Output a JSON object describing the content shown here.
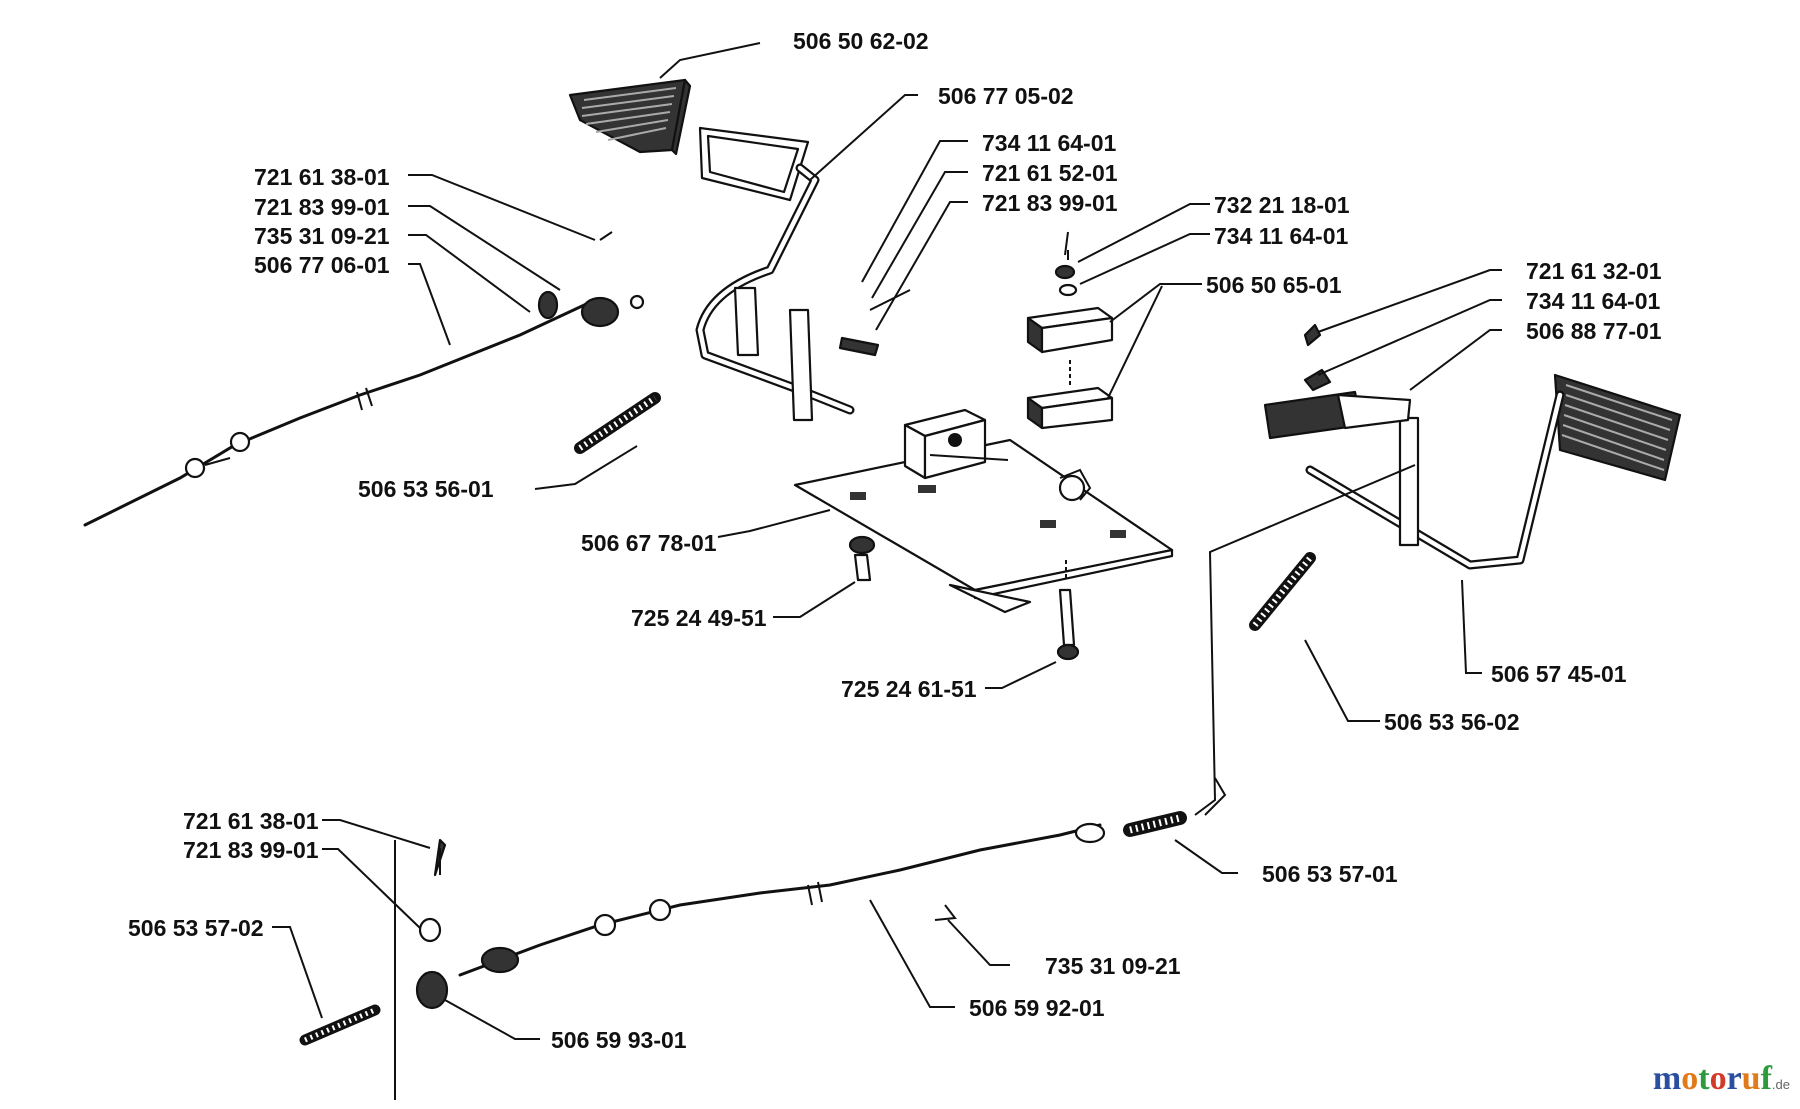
{
  "labels": [
    {
      "id": "l1",
      "text": "506 50 62-02"
    },
    {
      "id": "l2",
      "text": "506 77 05-02"
    },
    {
      "id": "l3",
      "text": "734 11 64-01"
    },
    {
      "id": "l4",
      "text": "721 61 52-01"
    },
    {
      "id": "l5",
      "text": "721 83 99-01"
    },
    {
      "id": "l6",
      "text": "732 21 18-01"
    },
    {
      "id": "l7",
      "text": "734 11 64-01"
    },
    {
      "id": "l8",
      "text": "506 50 65-01"
    },
    {
      "id": "l9",
      "text": "721 61 38-01"
    },
    {
      "id": "l10",
      "text": "721 83 99-01"
    },
    {
      "id": "l11",
      "text": "735 31 09-21"
    },
    {
      "id": "l12",
      "text": "506 77 06-01"
    },
    {
      "id": "l13",
      "text": "721 61 32-01"
    },
    {
      "id": "l14",
      "text": "734 11 64-01"
    },
    {
      "id": "l15",
      "text": "506 88 77-01"
    },
    {
      "id": "l16",
      "text": "506 53 56-01"
    },
    {
      "id": "l17",
      "text": "506 67 78-01"
    },
    {
      "id": "l18",
      "text": "725 24 49-51"
    },
    {
      "id": "l19",
      "text": "725 24 61-51"
    },
    {
      "id": "l20",
      "text": "506 57 45-01"
    },
    {
      "id": "l21",
      "text": "506 53 56-02"
    },
    {
      "id": "l22",
      "text": "721 61 38-01"
    },
    {
      "id": "l23",
      "text": "721 83 99-01"
    },
    {
      "id": "l24",
      "text": "506 53 57-02"
    },
    {
      "id": "l25",
      "text": "506 53 57-01"
    },
    {
      "id": "l26",
      "text": "735 31 09-21"
    },
    {
      "id": "l27",
      "text": "506 59 92-01"
    },
    {
      "id": "l28",
      "text": "506 59 93-01"
    }
  ],
  "watermark": {
    "main": "motoruf",
    "suffix": ".de",
    "colors": [
      "#2a4f9e",
      "#e07a1a",
      "#2e9a3e",
      "#d23a2a",
      "#2a4f9e",
      "#e07a1a",
      "#2e9a3e"
    ]
  }
}
